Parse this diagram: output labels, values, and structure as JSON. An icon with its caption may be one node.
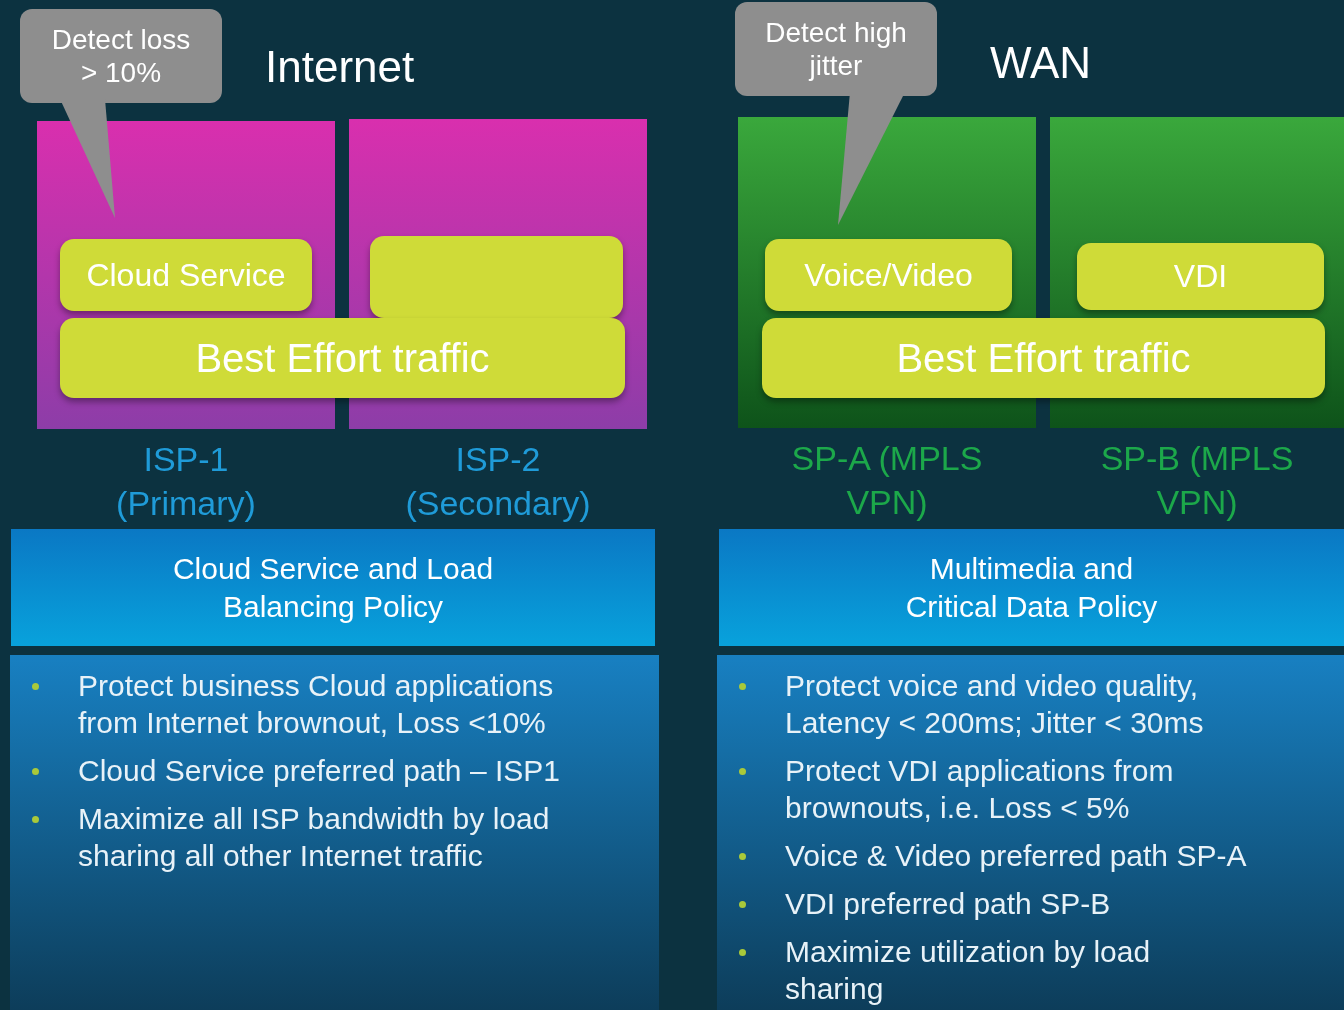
{
  "diagram": {
    "nodes": [
      {
        "text": [
          "ISP-1 (Primary)"
        ]
      },
      {
        "text": [
          "ISP-2 (Secondary)"
        ]
      },
      {
        "text": [
          "Cloud Service"
        ],
        "in": 0
      },
      {
        "text": [
          "Best Effort traffic"
        ]
      },
      {
        "text": [],
        "shape": "box",
        "in": 1
      },
      {
        "text": [
          "Detect loss > 10%"
        ]
      },
      {
        "text": [
          "SP-A (MPLS VPN)"
        ]
      },
      {
        "text": [
          "SP-B (MPLS VPN)"
        ]
      },
      {
        "text": [
          "Voice/Video"
        ],
        "in": 6
      },
      {
        "text": [
          "VDI"
        ],
        "in": 7
      },
      {
        "text": [
          "Best Effort traffic"
        ]
      },
      {
        "text": [
          "Detect high jitter"
        ]
      },
      {
        "text": [
          "Cloud Service and Load Balancing Policy"
        ]
      },
      {
        "text": [
          "Protect business Cloud applications from Internet brownout, Loss <10%",
          "Cloud Service preferred path – ISP1",
          "Maximize all ISP bandwidth by load sharing all other Internet traffic"
        ]
      },
      {
        "text": [
          "Multimedia and Critical Data Policy"
        ]
      },
      {
        "text": [
          "Protect voice and video quality, Latency < 200ms; Jitter < 30ms",
          "Protect VDI applications from brownouts, i.e. Loss < 5%",
          "Voice & Video preferred path SP-A",
          "VDI preferred path SP-B",
          "Maximize utilization by load sharing"
        ]
      }
    ],
    "labels": [
      "Internet",
      "WAN"
    ]
  }
}
